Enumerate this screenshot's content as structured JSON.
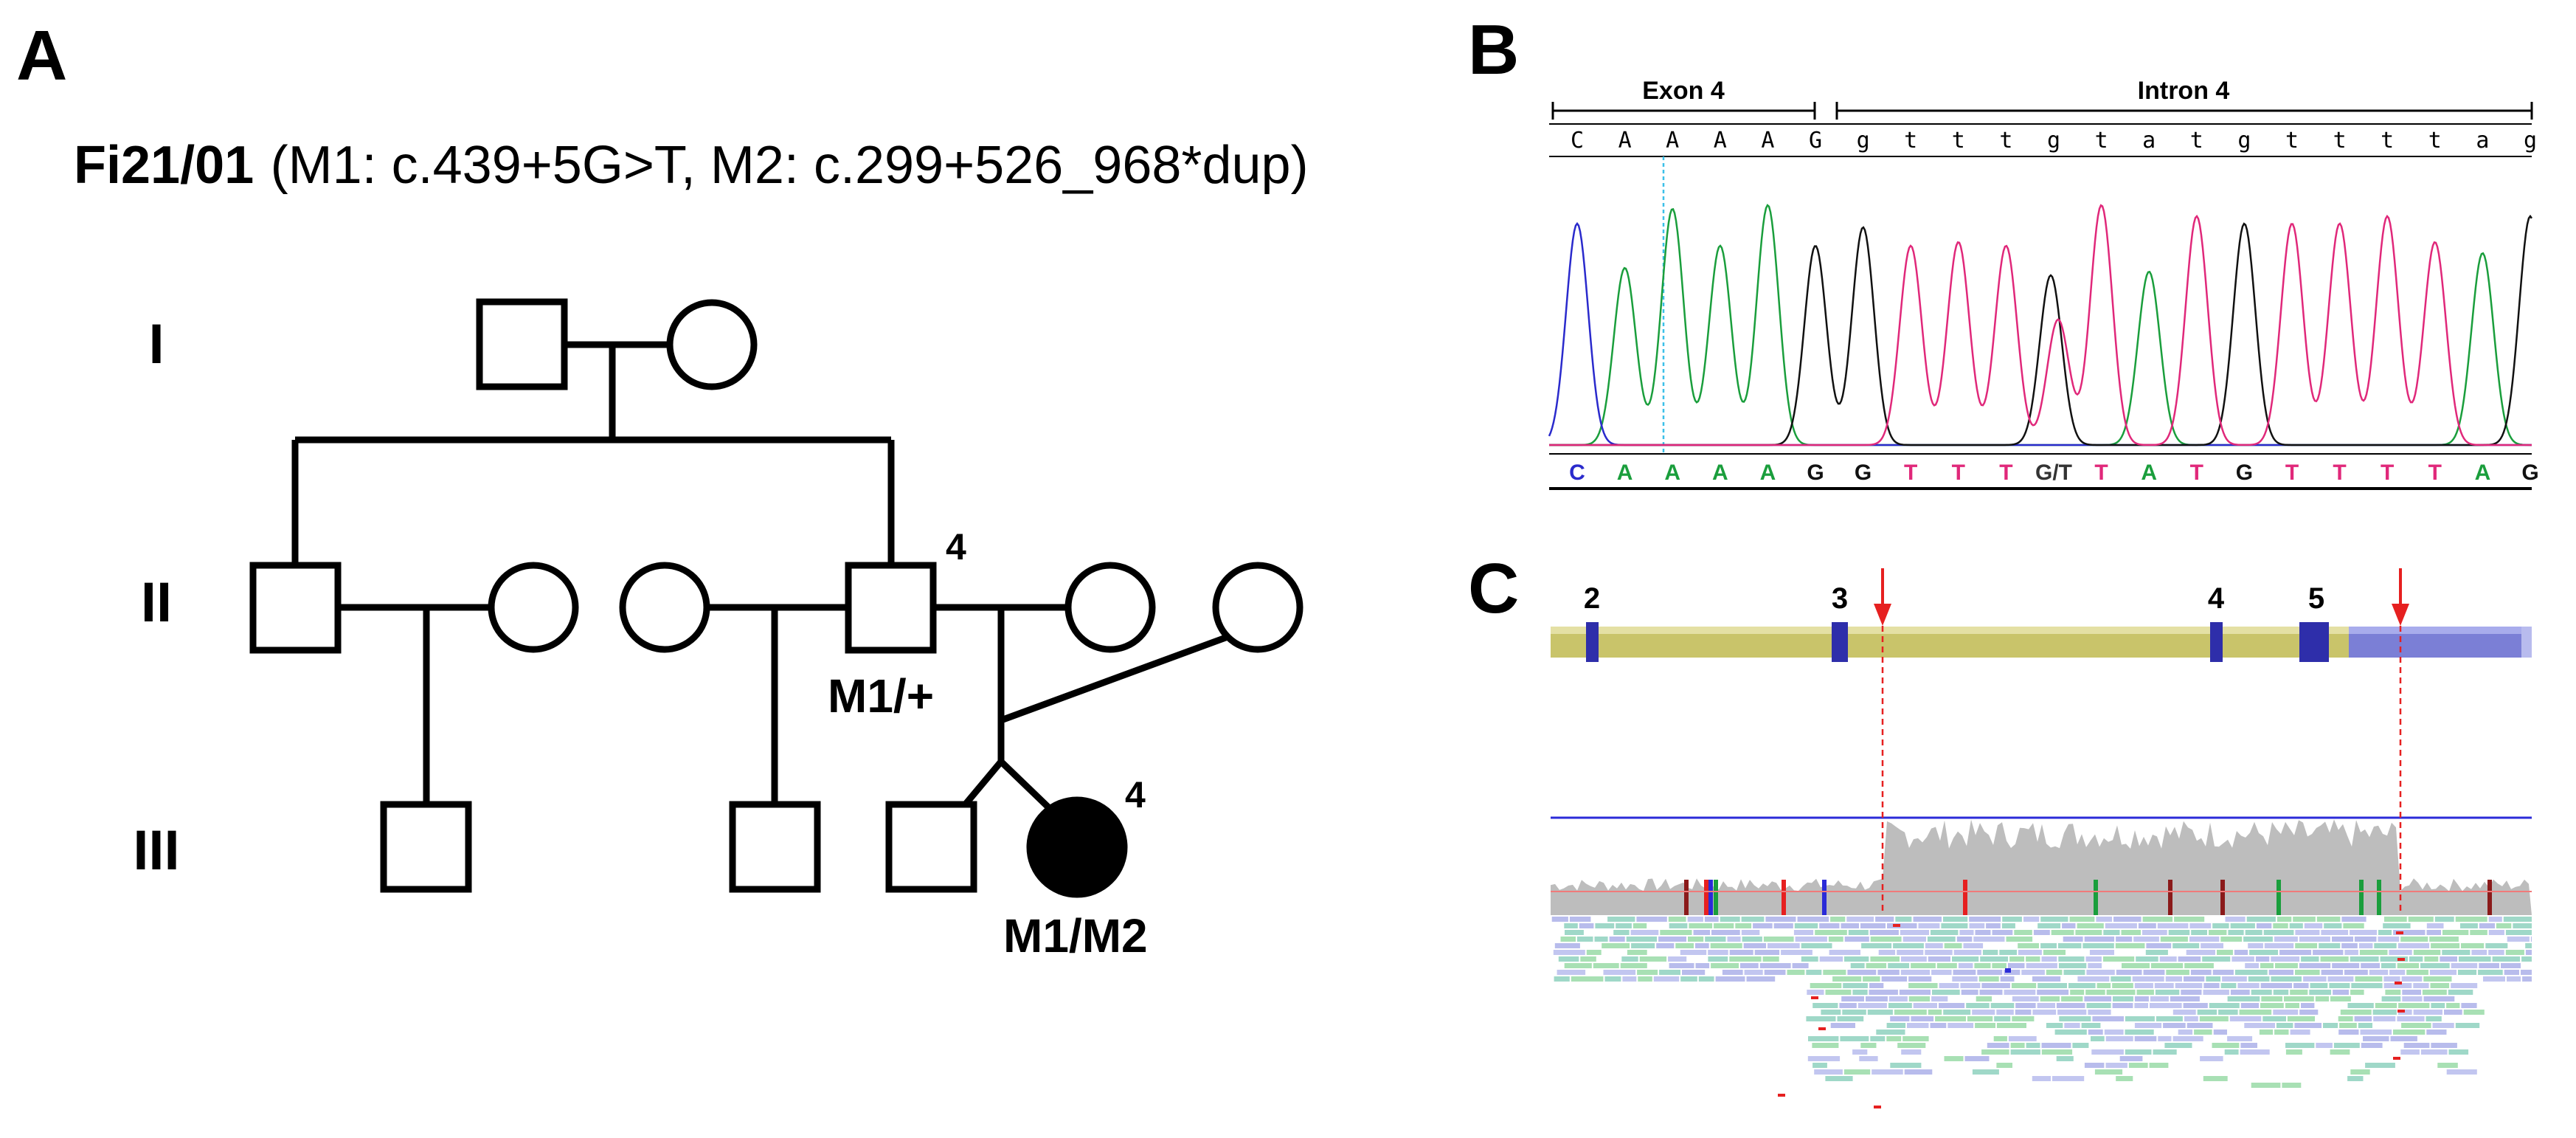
{
  "panels": {
    "a": {
      "label": "A",
      "family_id": "Fi21/01",
      "mutations": "(M1: c.439+5G>T, M2: c.299+526_968*dup)",
      "generations": [
        "I",
        "II",
        "III"
      ],
      "father_number": "4",
      "father_genotype": "M1/+",
      "proband_number": "4",
      "proband_genotype": "M1/M2"
    },
    "b": {
      "label": "B",
      "exon_label": "Exon 4",
      "intron_label": "Intron 4",
      "reference_sequence": [
        "C",
        "A",
        "A",
        "A",
        "A",
        "G",
        "g",
        "t",
        "t",
        "t",
        "g",
        "t",
        "a",
        "t",
        "g",
        "t",
        "t",
        "t",
        "t",
        "a",
        "g"
      ],
      "called_sequence": [
        "C",
        "A",
        "A",
        "A",
        "A",
        "G",
        "G",
        "T",
        "T",
        "T",
        "G/T",
        "T",
        "A",
        "T",
        "G",
        "T",
        "T",
        "T",
        "T",
        "A",
        "G"
      ],
      "base_colors": {
        "A": "#1a9e3c",
        "C": "#2a2acc",
        "G": "#111111",
        "T": "#e0287a"
      }
    },
    "c": {
      "label": "C",
      "exon_labels": [
        "2",
        "3",
        "4",
        "5"
      ]
    }
  }
}
